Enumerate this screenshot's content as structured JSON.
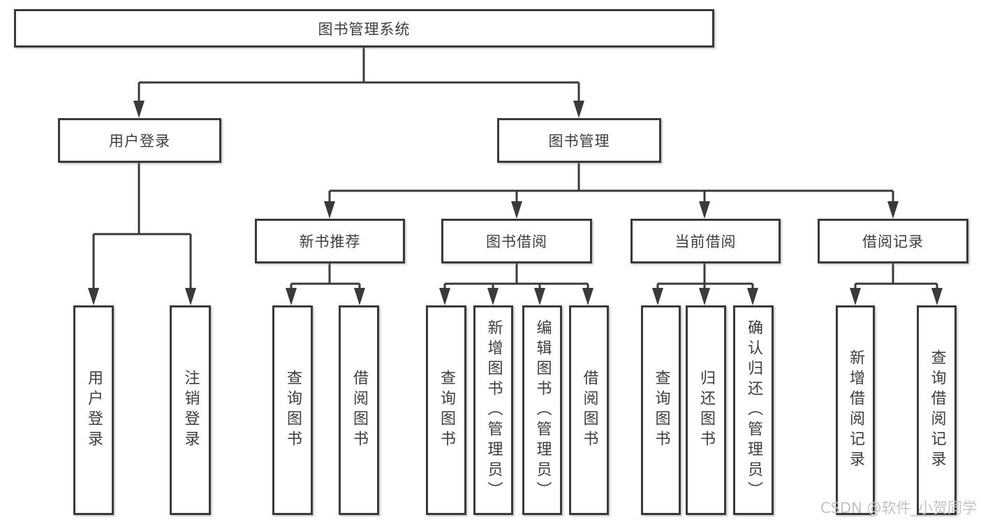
{
  "root": {
    "label": "图书管理系统"
  },
  "level1": {
    "user_login": "用户登录",
    "book_mgmt": "图书管理"
  },
  "level2": {
    "new_books": "新书推荐",
    "book_borrow": "图书借阅",
    "current_borrow": "当前借阅",
    "borrow_records": "借阅记录"
  },
  "level3": {
    "user_login": "用户登录",
    "logout": "注销登录",
    "newbooks_query": "查询图书",
    "newbooks_borrow": "借阅图书",
    "borrow_query": "查询图书",
    "borrow_add": "新增图书（管理员）",
    "borrow_edit": "编辑图书（管理员）",
    "borrow_borrow": "借阅图书",
    "current_query": "查询图书",
    "current_return": "归还图书",
    "current_confirm": "确认归还（管理员）",
    "records_add": "新增借阅记录",
    "records_query": "查询借阅记录"
  },
  "watermark": "CSDN @软件_小贺同学",
  "colors": {
    "line": "#3a3a3a",
    "text": "#3d3d3d",
    "box_background": "#ffffff",
    "watermark": "#c3c3c3"
  }
}
